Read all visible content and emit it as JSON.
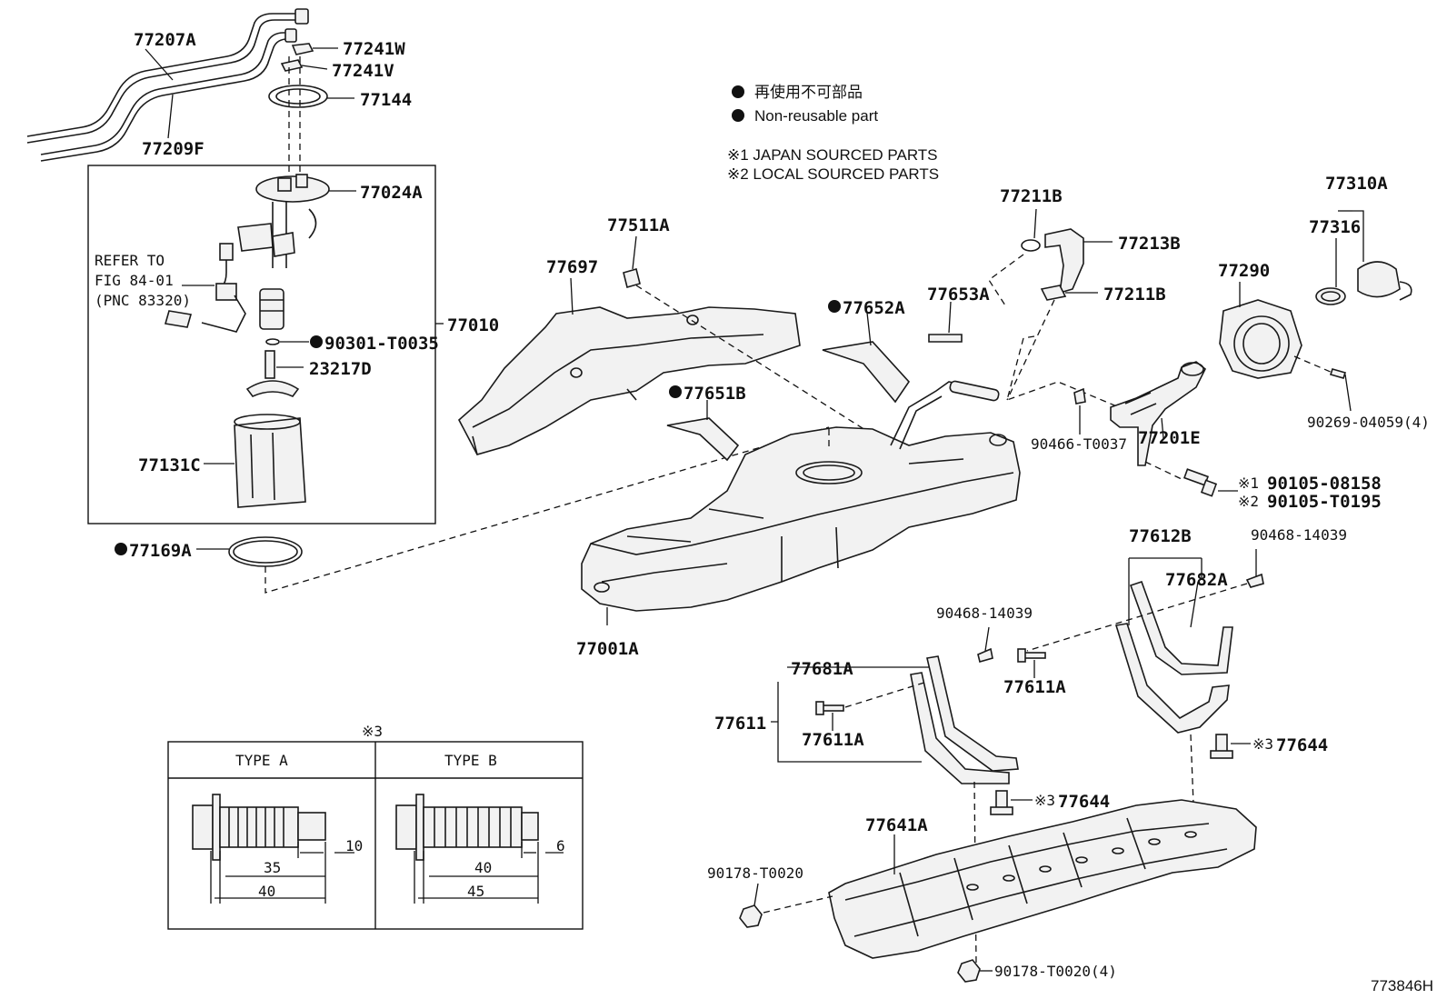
{
  "legend": {
    "non_reusable_jp": "再使用不可部品",
    "non_reusable_en": "Non-reusable part",
    "note1": "※1 JAPAN SOURCED PARTS",
    "note2": "※2 LOCAL SOURCED PARTS"
  },
  "refer": {
    "line1": "REFER TO",
    "line2": "FIG 84-01",
    "line3": "(PNC 83320)"
  },
  "parts": {
    "p77207A": "77207A",
    "p77209F": "77209F",
    "p77241W": "77241W",
    "p77241V": "77241V",
    "p77144": "77144",
    "p77024A": "77024A",
    "p77010": "77010",
    "p90301": "90301-T0035",
    "p23217D": "23217D",
    "p77131C": "77131C",
    "p77169A": "77169A",
    "p77511A": "77511A",
    "p77697": "77697",
    "p77652A": "77652A",
    "p77653A": "77653A",
    "p77651B": "77651B",
    "p77001A": "77001A",
    "p77211B_top": "77211B",
    "p77213B": "77213B",
    "p77211B_low": "77211B",
    "p90466": "90466-T0037",
    "p77201E": "77201E",
    "p77310A": "77310A",
    "p77316": "77316",
    "p77290": "77290",
    "p90269": "90269-04059(4)",
    "p90105_1_mark": "※1",
    "p90105_1": "90105-08158",
    "p90105_2_mark": "※2",
    "p90105_2": "90105-T0195",
    "p77612B": "77612B",
    "p90468_right": "90468-14039",
    "p77682A": "77682A",
    "p90468_mid": "90468-14039",
    "p77681A": "77681A",
    "p77611A_right": "77611A",
    "p77611": "77611",
    "p77611A_left": "77611A",
    "p77644_right_mark": "※3",
    "p77644_right": "77644",
    "p77644_mid_mark": "※3",
    "p77644_mid": "77644",
    "p77641A": "77641A",
    "p90178_left": "90178-T0020",
    "p90178_bottom": "90178-T0020(4)"
  },
  "bolt_table": {
    "note_mark": "※3",
    "type_a": "TYPE A",
    "type_b": "TYPE B",
    "a_dim_short": "35",
    "a_dim_long": "40",
    "a_dim_tip": "10",
    "b_dim_short": "40",
    "b_dim_long": "45",
    "b_dim_tip": "6"
  },
  "figure_id": "773846H"
}
